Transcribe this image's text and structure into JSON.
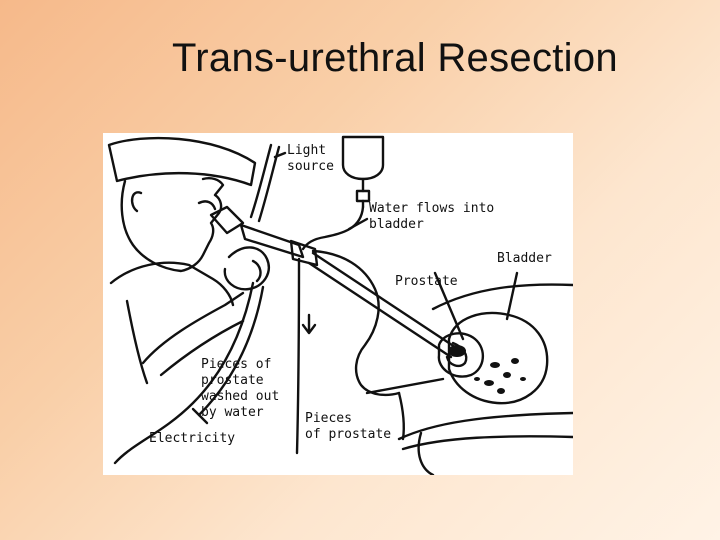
{
  "slide": {
    "title": "Trans-urethral Resection"
  },
  "diagram": {
    "labels": {
      "light_source": "Light\nsource",
      "water_flows": "Water flows into\nbladder",
      "bladder": "Bladder",
      "prostate": "Prostate",
      "pieces_washed": "Pieces of\nprostate\nwashed out\nby water",
      "pieces_of_prostate": "Pieces\nof prostate",
      "electricity": "Electricity"
    }
  }
}
